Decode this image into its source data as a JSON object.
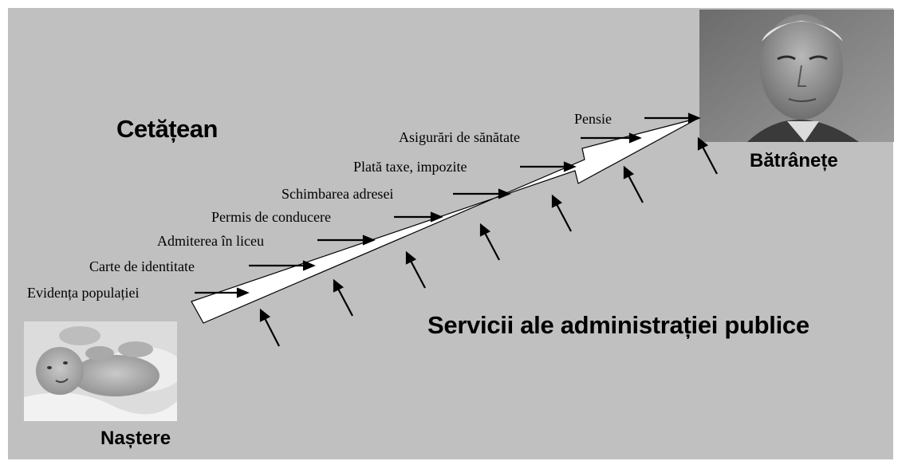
{
  "labels": {
    "citizen": "Cetățean",
    "birth": "Naștere",
    "old_age": "Bătrânețe",
    "services": "Servicii ale administrației publice"
  },
  "services": [
    {
      "label": "Evidența populației"
    },
    {
      "label": "Carte de identitate"
    },
    {
      "label": "Admiterea în liceu"
    },
    {
      "label": "Permis de conducere"
    },
    {
      "label": "Schimbarea adresei"
    },
    {
      "label": "Plată taxe, impozite"
    },
    {
      "label": "Asigurări de sănătate"
    },
    {
      "label": "Pensie"
    }
  ],
  "photos": {
    "birth": "baby-photo",
    "old_age": "old-man-photo"
  },
  "colors": {
    "background": "#c0c0c0",
    "arrow_fill": "#ffffff",
    "ink": "#000000"
  }
}
